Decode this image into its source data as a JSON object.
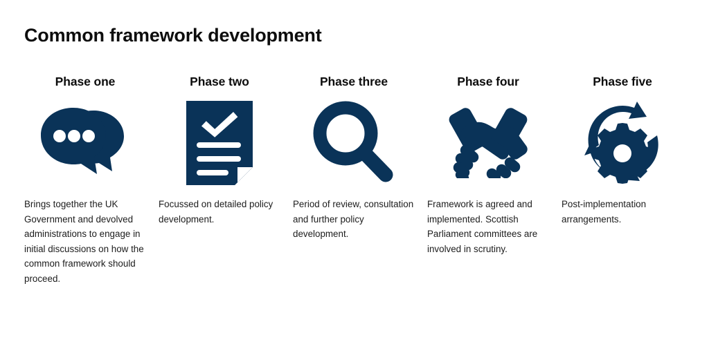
{
  "header": {
    "title": "Common framework development"
  },
  "colors": {
    "icon_navy": "#0a3358",
    "title_text": "#0d0d0d",
    "body_text": "#1c1c1c",
    "background": "#ffffff"
  },
  "phases": [
    {
      "heading": "Phase one",
      "icon": "speech-bubbles-icon",
      "description": "Brings together the UK Government and devolved administrations to engage in initial discussions on how the common framework should proceed."
    },
    {
      "heading": "Phase two",
      "icon": "document-checkmark-icon",
      "description": "Focussed on detailed policy development."
    },
    {
      "heading": "Phase three",
      "icon": "magnifying-glass-icon",
      "description": "Period of review, consultation and further policy development."
    },
    {
      "heading": "Phase four",
      "icon": "handshake-icon",
      "description": "Framework is agreed and implemented. Scottish Parliament committees are involved in scrutiny."
    },
    {
      "heading": "Phase five",
      "icon": "gear-cycle-icon",
      "description": "Post-implementation arrangements."
    }
  ]
}
